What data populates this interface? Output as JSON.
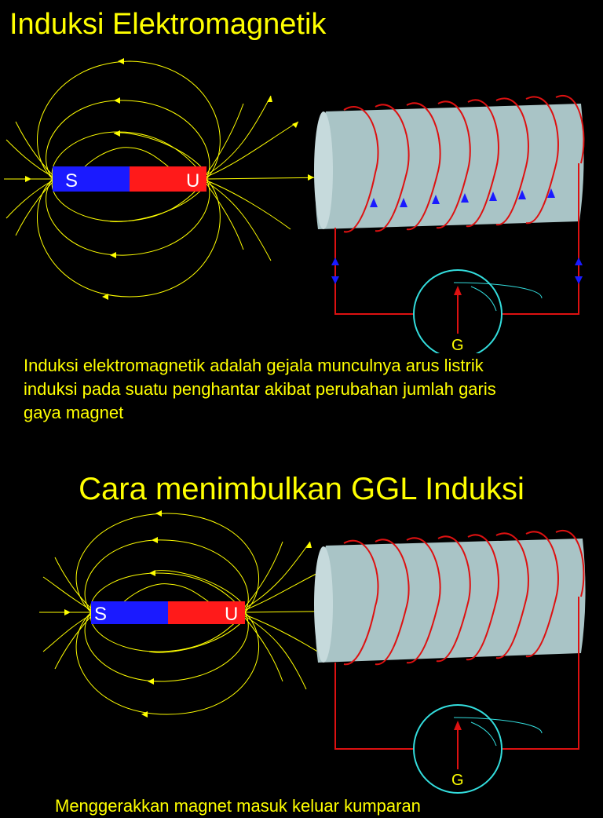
{
  "section1": {
    "title": "Induksi Elektromagnetik",
    "magnet_south": "S",
    "magnet_north": "U",
    "galvanometer_label": "G",
    "description": "Induksi elektromagnetik adalah gejala munculnya arus listrik induksi pada suatu penghantar akibat perubahan jumlah garis gaya magnet"
  },
  "section2": {
    "title": "Cara menimbulkan GGL Induksi",
    "magnet_south": "S",
    "magnet_north": "U",
    "galvanometer_label": "G",
    "description": "Menggerakkan magnet masuk keluar kumparan"
  },
  "colors": {
    "background": "#000000",
    "text": "#ffff00",
    "field_lines": "#ffff00",
    "magnet_south": "#1a1aff",
    "magnet_north": "#ff1a1a",
    "coil_wire": "#dd1111",
    "tube": "#a9c4c6",
    "galvanometer": "#33dddd",
    "current_arrows": "#1a1aff"
  }
}
